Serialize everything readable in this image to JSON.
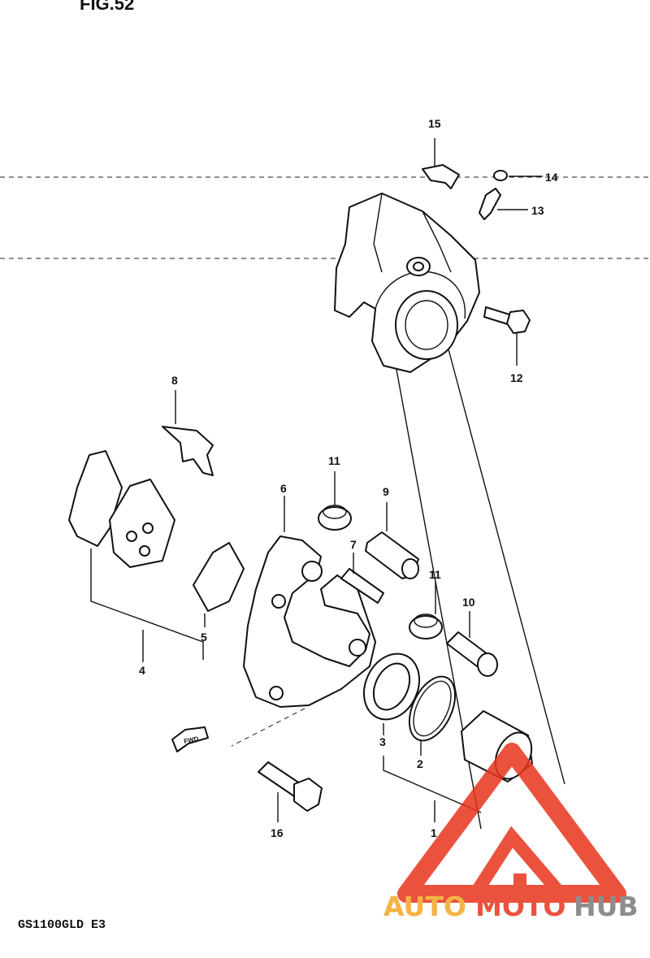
{
  "figure_title": "FIG.52",
  "model_label": "GS1100GLD E3",
  "fwd_label": "FWD",
  "callouts": [
    "1",
    "2",
    "3",
    "4",
    "5",
    "6",
    "7",
    "8",
    "9",
    "10",
    "11",
    "11",
    "12",
    "13",
    "14",
    "15",
    "16"
  ],
  "watermark": {
    "text_auto": "AUTO",
    "text_moto": "MOTO",
    "text_hub": "HUB",
    "color_red": "#e8341c",
    "color_orange": "#f5a623",
    "color_gray": "#7a7a7a"
  }
}
